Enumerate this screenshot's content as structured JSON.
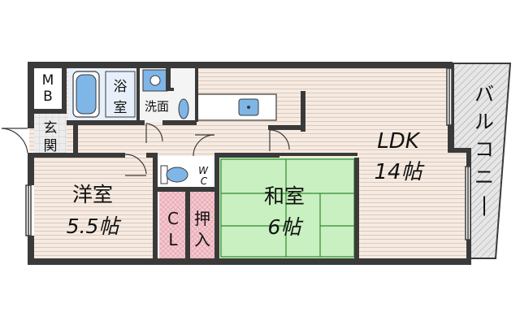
{
  "labels": {
    "mb_m": "M",
    "mb_b": "B",
    "bath_1": "浴",
    "bath_2": "室",
    "washroom": "洗面",
    "entrance_1": "玄",
    "entrance_2": "関",
    "ldk_1": "LDK",
    "ldk_2": "14帖",
    "balcony": "バルコニー",
    "western_1": "洋室",
    "western_2": "5.5帖",
    "wc_w": "W",
    "wc_c": "C",
    "closet_c": "C",
    "closet_l": "L",
    "oshiire_1": "押",
    "oshiire_2": "入",
    "japanese_1": "和室",
    "japanese_2": "6帖"
  },
  "colors": {
    "wall": "#3a3a3a",
    "floor_wood": "#f6ebe2",
    "floor_line": "#dcc9bb",
    "tatami": "#c9f0c0",
    "tatami_line": "#2f8a2f",
    "closet_pink": "#f7c9d0",
    "closet_line": "#d9a0aa",
    "fixture_blue": "#7fb6e8",
    "balcony": "#e6e6e6",
    "balcony_hatch": "#9a9a9a",
    "tile": "#e0e0e0"
  }
}
